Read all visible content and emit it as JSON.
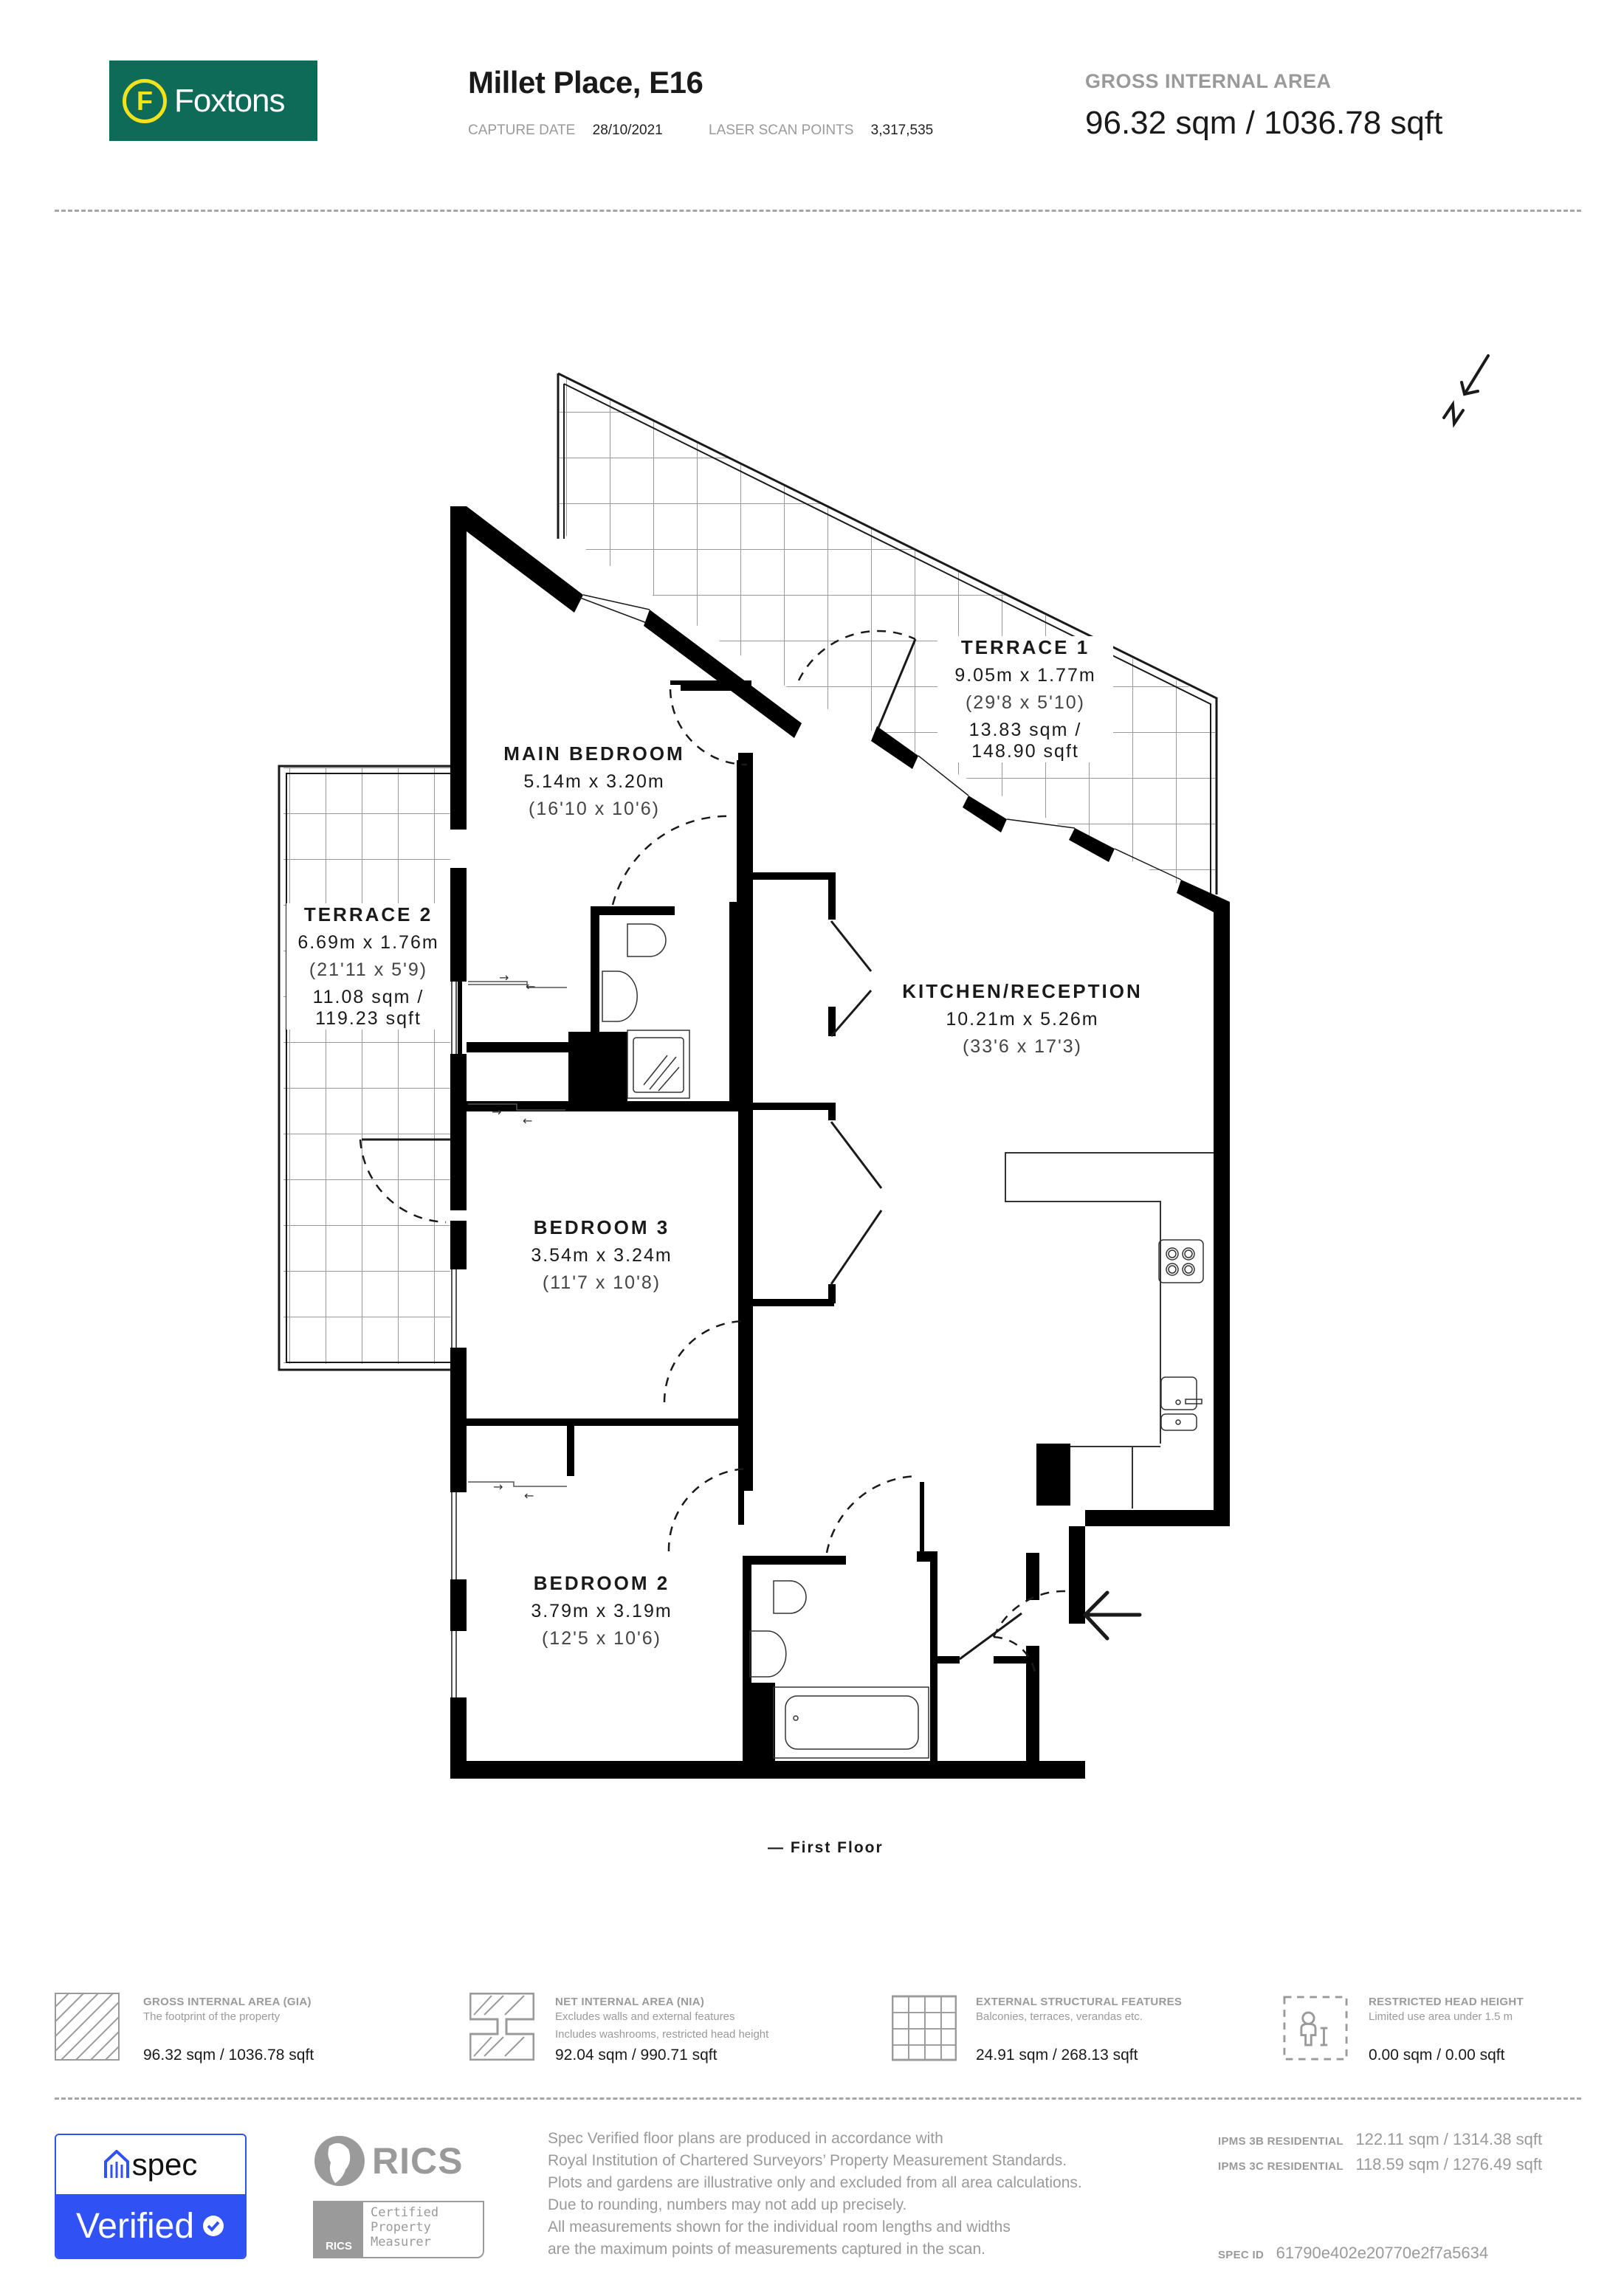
{
  "header": {
    "brand": "Foxtons",
    "brand_initial": "F",
    "brand_colors": {
      "background": "#0d6b58",
      "accent": "#f2e21c"
    },
    "title": "Millet Place, E16",
    "capture_date_label": "CAPTURE DATE",
    "capture_date": "28/10/2021",
    "scan_points_label": "LASER SCAN POINTS",
    "scan_points": "3,317,535",
    "gia_label": "GROSS INTERNAL AREA",
    "gia_value": "96.32 sqm / 1036.78 sqft"
  },
  "compass": {
    "icon": "north-arrow-icon",
    "label": "N"
  },
  "rooms": [
    {
      "name": "TERRACE 1",
      "dims": "9.05m x 1.77m",
      "imperial": "(29'8 x 5'10)",
      "area_line1": "13.83 sqm /",
      "area_line2": "148.90 sqft"
    },
    {
      "name": "MAIN BEDROOM",
      "dims": "5.14m x 3.20m",
      "imperial": "(16'10 x 10'6)"
    },
    {
      "name": "TERRACE 2",
      "dims": "6.69m x 1.76m",
      "imperial": "(21'11 x 5'9)",
      "area_line1": "11.08 sqm /",
      "area_line2": "119.23 sqft"
    },
    {
      "name": "KITCHEN/RECEPTION",
      "dims": "10.21m x 5.26m",
      "imperial": "(33'6 x 17'3)"
    },
    {
      "name": "BEDROOM 3",
      "dims": "3.54m x 3.24m",
      "imperial": "(11'7 x 10'8)"
    },
    {
      "name": "BEDROOM 2",
      "dims": "3.79m x 3.19m",
      "imperial": "(12'5 x 10'6)"
    }
  ],
  "floor_label": "— First Floor",
  "entrance_icon": "entrance-arrow-icon",
  "legend": [
    {
      "icon": "hatched-area-icon",
      "title": "GROSS INTERNAL AREA (GIA)",
      "lines": [
        "The footprint of the property"
      ],
      "value": "96.32 sqm / 1036.78 sqft"
    },
    {
      "icon": "net-area-icon",
      "title": "NET INTERNAL AREA (NIA)",
      "lines": [
        "Excludes walls and external features",
        "Includes washrooms, restricted head height"
      ],
      "value": "92.04 sqm / 990.71 sqft"
    },
    {
      "icon": "grid-tiles-icon",
      "title": "EXTERNAL STRUCTURAL FEATURES",
      "lines": [
        "Balconies, terraces, verandas etc."
      ],
      "value": "24.91 sqm / 268.13 sqft"
    },
    {
      "icon": "person-height-icon",
      "title": "RESTRICTED HEAD HEIGHT",
      "lines": [
        "Limited use area under 1.5 m"
      ],
      "value": "0.00 sqm / 0.00 sqft"
    }
  ],
  "footer": {
    "spec_brand": "spec",
    "spec_verified": "Verified",
    "spec_color": "#3052f5",
    "rics_brand": "RICS",
    "rics_badge_lines": [
      "Certified",
      "Property",
      "Measurer"
    ],
    "disclaimer": [
      "Spec Verified floor plans are produced in accordance with",
      "Royal Institution of Chartered Surveyors’ Property Measurement Standards.",
      "Plots and gardens are illustrative only and excluded from all area calculations.",
      "Due to rounding, numbers may not add up precisely.",
      "All measurements shown for the individual room lengths and widths",
      "are the maximum points of measurements captured in the scan."
    ],
    "ipms": [
      {
        "label": "IPMS 3B RESIDENTIAL",
        "value": "122.11 sqm / 1314.38 sqft"
      },
      {
        "label": "IPMS 3C RESIDENTIAL",
        "value": "118.59 sqm / 1276.49 sqft"
      }
    ],
    "spec_id_label": "SPEC ID",
    "spec_id": "61790e402e20770e2f7a5634"
  }
}
